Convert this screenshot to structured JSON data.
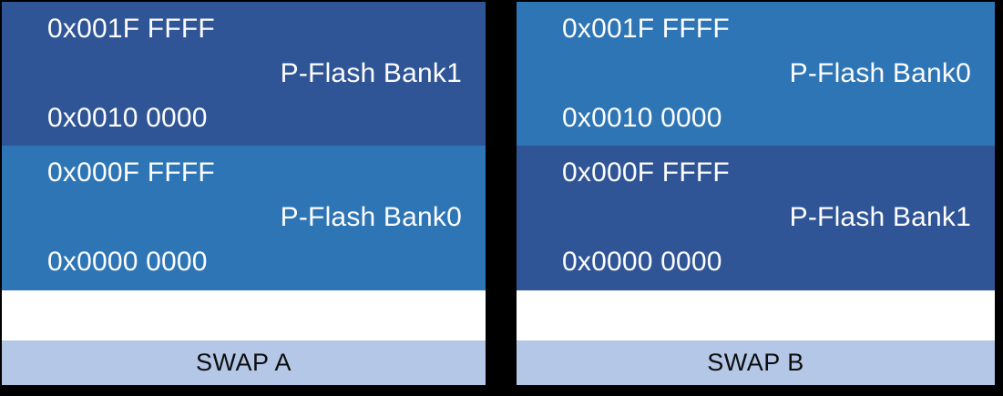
{
  "figure": {
    "title_semantic": "P-Flash bank swap memory map",
    "colors": {
      "background": "#000000",
      "bank1_dark_blue": "#2F5597",
      "bank0_medium_blue": "#2E75B6",
      "gap_white": "#FFFFFF",
      "swap_bar_pale_blue": "#B4C7E7",
      "address_text": "#FDFDFD",
      "swap_label_text": "#0D0D0D"
    },
    "panels": [
      {
        "label": "SWAP A",
        "blocks": [
          {
            "top_address": "0x001F FFFF",
            "name": "P-Flash Bank1",
            "bottom_address": "0x0010 0000",
            "color": "#2F5597"
          },
          {
            "top_address": "0x000F FFFF",
            "name": "P-Flash Bank0",
            "bottom_address": "0x0000 0000",
            "color": "#2E75B6"
          }
        ]
      },
      {
        "label": "SWAP B",
        "blocks": [
          {
            "top_address": "0x001F FFFF",
            "name": "P-Flash Bank0",
            "bottom_address": "0x0010 0000",
            "color": "#2E75B6"
          },
          {
            "top_address": "0x000F FFFF",
            "name": "P-Flash Bank1",
            "bottom_address": "0x0000 0000",
            "color": "#2F5597"
          }
        ]
      }
    ]
  }
}
